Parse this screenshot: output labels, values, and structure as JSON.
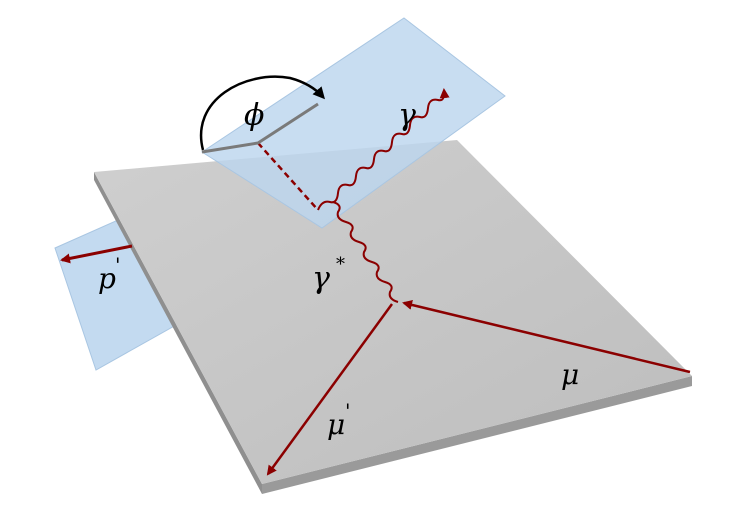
{
  "labels": {
    "phi": "ϕ",
    "gamma": "γ",
    "gamma_star": "γ",
    "gamma_star_sup": "*",
    "mu": "μ",
    "mu_prime": "μ",
    "mu_prime_sup": "'",
    "p_prime": "p",
    "p_prime_sup": "'"
  },
  "colors": {
    "plane_top": "#c6c6c6",
    "plane_edge": "#8f8f8f",
    "blue_plane": "#bcd6ee",
    "particle": "#8b0000",
    "angle_arrow": "#000000"
  }
}
